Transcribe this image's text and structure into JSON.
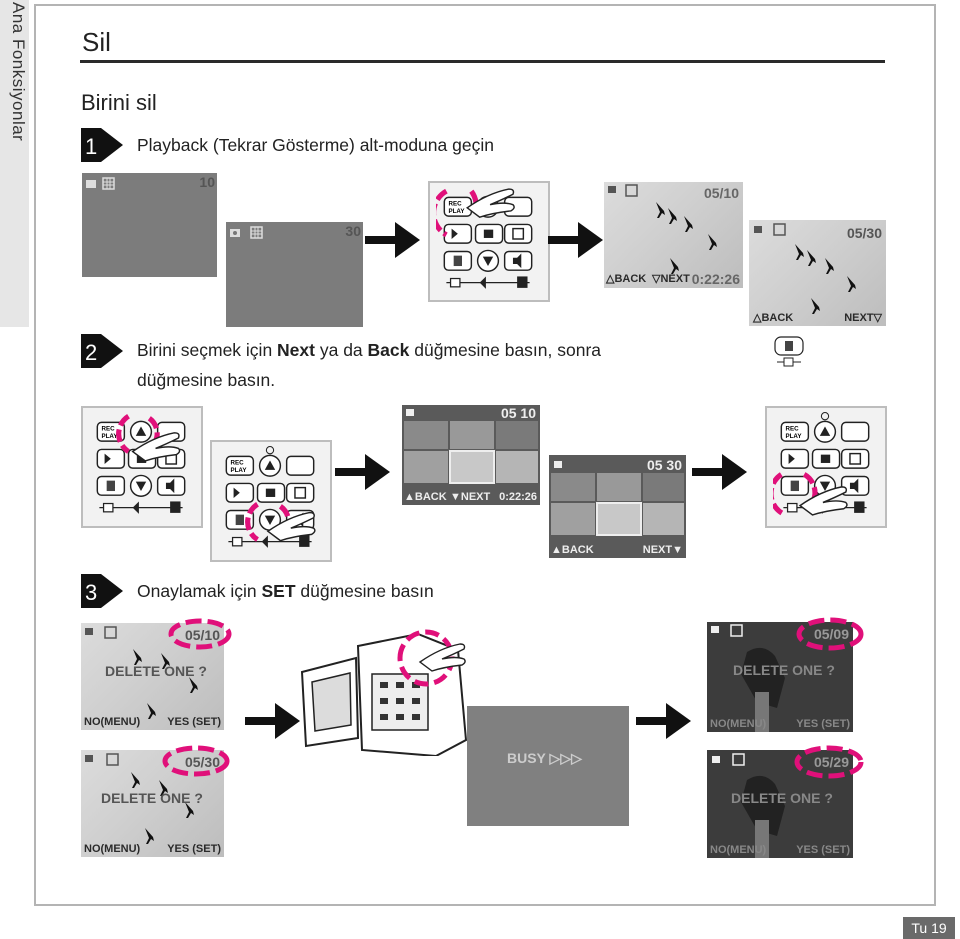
{
  "side_tab": "Ana Fonksiyonlar",
  "title": "Sil",
  "subtitle": "Birini sil",
  "steps": [
    {
      "number": "1",
      "text": "Playback (Tekrar Gösterme) alt-moduna geçin"
    },
    {
      "number": "2",
      "text_before": "Birini seçmek için ",
      "next": "Next",
      "mid1": " ya da ",
      "back": "Back",
      "mid2": " düğmesine basın, sonra",
      "line2": "düğmesine basın."
    },
    {
      "number": "3",
      "text_before": "Onaylamak için ",
      "set": "SET",
      "text_after": " düğmesine basın"
    }
  ],
  "screens": {
    "movie_count": "10",
    "photo_count": "30",
    "play_movie_counter": "05/10",
    "play_photo_counter": "05/30",
    "back": "BACK",
    "next": "NEXT",
    "time": "0:22:26",
    "thumb_movie_counter": "05 10",
    "thumb_photo_counter": "05 30",
    "delete_prompt": "DELETE ONE ?",
    "no_menu": "NO(MENU)",
    "yes_set": "YES (SET)",
    "busy": "BUSY",
    "after_movie_counter": "05/09",
    "after_photo_counter": "05/29"
  },
  "keypad": {
    "rec": "REC",
    "play": "PLAY"
  },
  "icons": [
    "movie-icon",
    "grid-icon",
    "camera-icon",
    "trash-icon",
    "arrow-right-icon",
    "hand-icon"
  ],
  "highlight_color": "#e0107a",
  "page_label": "Tu 19"
}
